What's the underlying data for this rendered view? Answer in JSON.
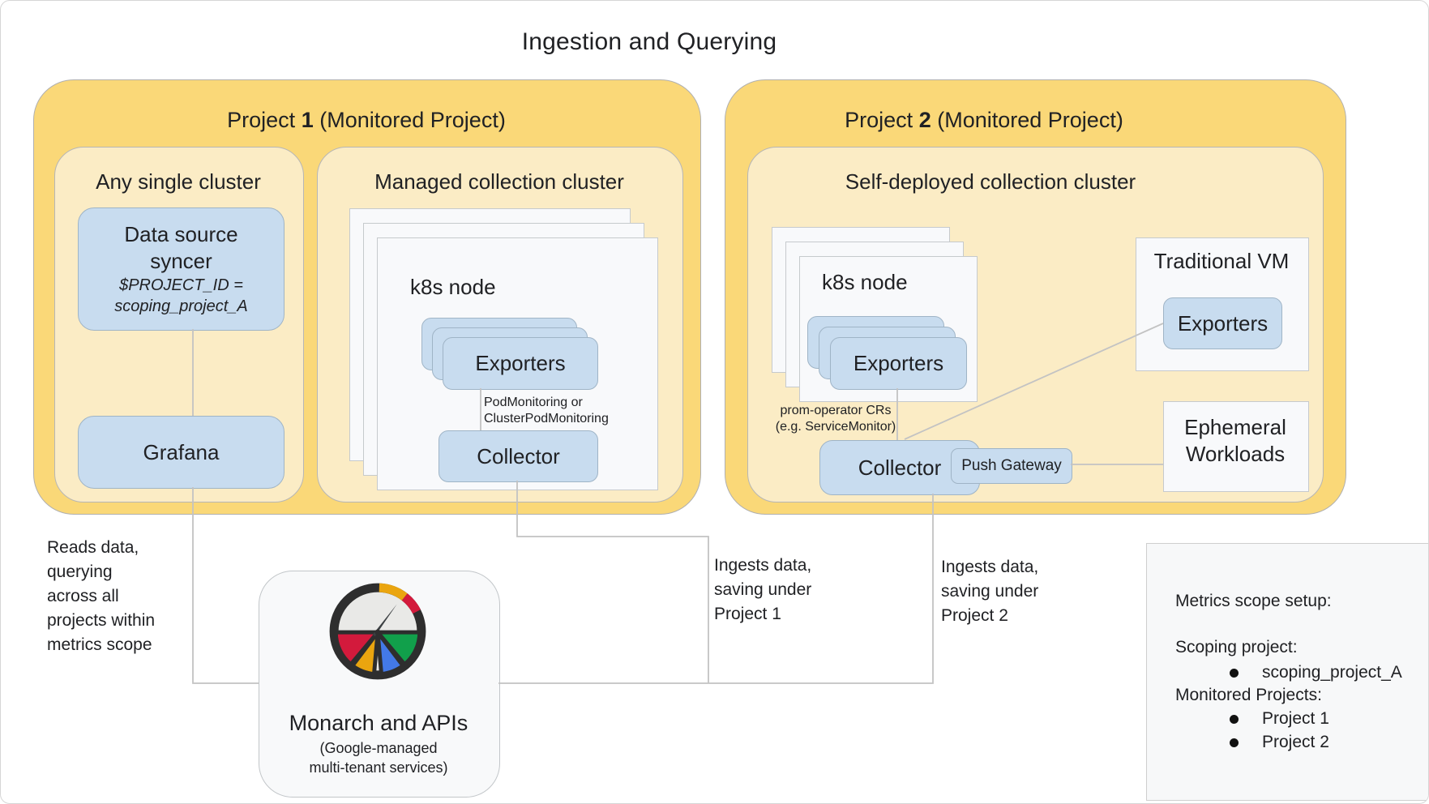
{
  "title": "Ingestion and Querying",
  "project1": {
    "header": {
      "pre": "Project ",
      "num": "1",
      "post": " (Monitored Project)"
    },
    "any_single_cluster": {
      "title": "Any single cluster",
      "data_source_syncer": {
        "name_line1": "Data source",
        "name_line2": "syncer",
        "param_line1": "$PROJECT_ID =",
        "param_line2": "scoping_project_A"
      },
      "grafana_label": "Grafana"
    },
    "managed_cluster": {
      "title": "Managed collection cluster",
      "k8s_node_label": "k8s node",
      "exporters_label": "Exporters",
      "monitoring_note_line1": "PodMonitoring or",
      "monitoring_note_line2": "ClusterPodMonitoring",
      "collector_label": "Collector"
    }
  },
  "project2": {
    "header": {
      "pre": "Project ",
      "num": "2",
      "post": " (Monitored Project)"
    },
    "self_deployed_cluster": {
      "title": "Self-deployed collection cluster",
      "k8s_node_label": "k8s node",
      "exporters_label": "Exporters",
      "monitoring_note_line1": "prom-operator CRs",
      "monitoring_note_line2": "(e.g. ServiceMonitor)",
      "collector_label": "Collector",
      "push_gateway_label": "Push Gateway"
    },
    "traditional_vm": {
      "title": "Traditional VM",
      "exporters_label": "Exporters"
    },
    "ephemeral_workloads": {
      "line1": "Ephemeral",
      "line2": "Workloads"
    }
  },
  "monarch": {
    "title": "Monarch and APIs",
    "subtitle_line1": "(Google-managed",
    "subtitle_line2": "multi-tenant services)"
  },
  "annotations": {
    "reads_data": [
      "Reads data,",
      "querying",
      "across all",
      "projects within",
      "metrics scope"
    ],
    "ingests_project1": [
      "Ingests data,",
      "saving under",
      "Project 1"
    ],
    "ingests_project2": [
      "Ingests data,",
      "saving under",
      "Project 2"
    ]
  },
  "metrics_scope_panel": {
    "title": "Metrics scope setup:",
    "scoping_label": "Scoping project:",
    "scoping_item": "scoping_project_A",
    "monitored_label": "Monitored Projects:",
    "monitored_item1": "Project 1",
    "monitored_item2": "Project 2"
  },
  "colors": {
    "project_fill": "#FAD878",
    "cluster_fill": "#FBECC5",
    "component_fill": "#C8DCEF",
    "node_fill": "#F8F9FB",
    "connector": "#C3C3C3",
    "gauge_red": "#D31A3C",
    "gauge_gold": "#EAA50F",
    "gauge_blue": "#4379E8",
    "gauge_green": "#11A04B"
  }
}
